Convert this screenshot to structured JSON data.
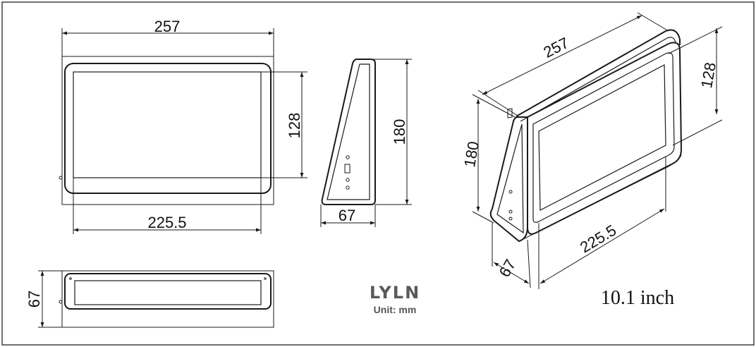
{
  "front_view": {
    "width_label": "257",
    "height_label": "128",
    "screen_width_label": "225.5"
  },
  "side_view": {
    "height_label": "180",
    "depth_label": "67"
  },
  "bottom_view": {
    "depth_label": "67"
  },
  "iso_view": {
    "width_label": "257",
    "height_label": "128",
    "total_height_label": "180",
    "screen_width_label": "225.5",
    "depth_label": "67"
  },
  "brand": {
    "logo_text": "LYLN",
    "unit_text": "Unit: mm"
  },
  "product": {
    "size_text": "10.1 inch"
  }
}
